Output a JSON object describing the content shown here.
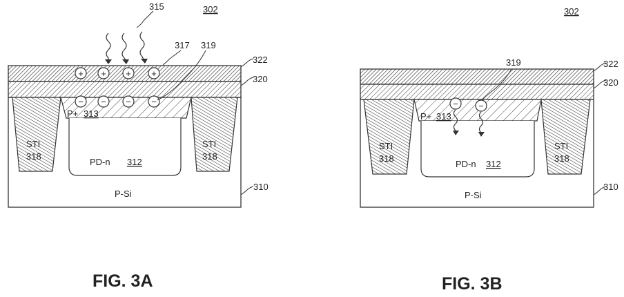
{
  "fig_a": {
    "ref_302": "302",
    "ref_315": "315",
    "ref_317": "317",
    "ref_319": "319",
    "ref_322": "322",
    "ref_320": "320",
    "ref_310": "310",
    "p_plus": "P+",
    "p_plus_ref": "313",
    "sti_left_1": "STI",
    "sti_left_2": "318",
    "sti_right_1": "STI",
    "sti_right_2": "318",
    "pdn": "PD-n",
    "pdn_ref": "312",
    "psi": "P-Si",
    "caption": "FIG. 3A"
  },
  "fig_b": {
    "ref_302": "302",
    "ref_319": "319",
    "ref_322": "322",
    "ref_320": "320",
    "ref_310": "310",
    "p_plus": "P+",
    "p_plus_ref": "313",
    "sti_left_1": "STI",
    "sti_left_2": "318",
    "sti_right_1": "STI",
    "sti_right_2": "318",
    "pdn": "PD-n",
    "pdn_ref": "312",
    "psi": "P-Si",
    "caption": "FIG. 3B"
  },
  "symbols": {
    "plus": "+",
    "minus": "−"
  },
  "colors": {
    "line": "#333333",
    "background": "#ffffff"
  }
}
